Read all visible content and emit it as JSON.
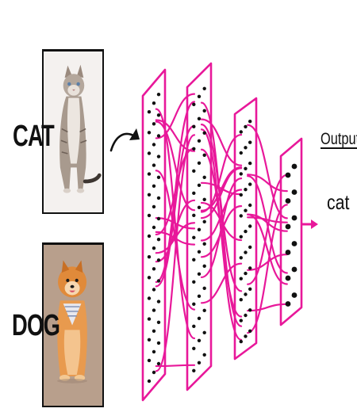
{
  "input_labels": {
    "cat": "CAT",
    "dog": "DOG"
  },
  "output": {
    "heading": "Output",
    "value": "cat"
  },
  "colors": {
    "network": "#e8189a",
    "node": "#111111",
    "cat_background": "#f4f1ef",
    "dog_background": "#b89f8c"
  },
  "icons": {
    "input_arrow": "curved-arrow-icon",
    "output_arrow": "arrow-right-icon"
  }
}
